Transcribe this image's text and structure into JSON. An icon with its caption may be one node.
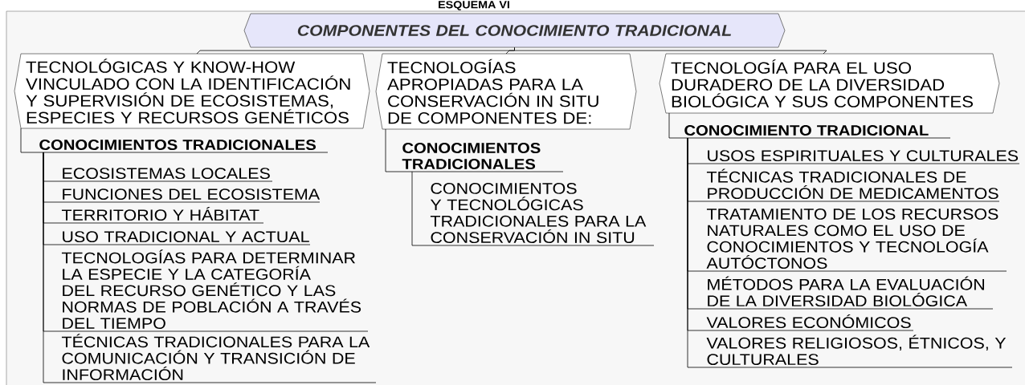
{
  "diagram": {
    "title": "ESQUEMA VI",
    "nodes": [
      {
        "text": [
          "COMPONENTES DEL CONOCIMIENTO TRADICIONAL"
        ]
      },
      {
        "text": [
          "TECNOLÓGICAS Y KNOW-HOW VINCULADO CON LA IDENTIFICACIÓN Y SUPERVISIÓN DE ECOSISTEMAS, ESPECIES Y RECURSOS GENÉTICOS"
        ]
      },
      {
        "text": [
          "CONOCIMIENTOS TRADICIONALES"
        ]
      },
      {
        "text": [
          "ECOSISTEMAS LOCALES"
        ]
      },
      {
        "text": [
          "FUNCIONES DEL ECOSISTEMA"
        ]
      },
      {
        "text": [
          "TERRITORIO Y HÁBITAT"
        ]
      },
      {
        "text": [
          "USO TRADICIONAL Y ACTUAL"
        ]
      },
      {
        "text": [
          "TECNOLOGÍAS PARA DETERMINAR LA ESPECIE Y LA CATEGORÍA DEL RECURSO GENÉTICO Y LAS NORMAS DE POBLACIÓN A TRAVÉS DEL TIEMPO"
        ]
      },
      {
        "text": [
          "TÉCNICAS TRADICIONALES PARA LA COMUNICACIÓN Y TRANSICIÓN DE INFORMACIÓN"
        ]
      },
      {
        "text": [
          "TECNOLOGÍAS APROPIADAS PARA LA CONSERVACIÓN IN SITU DE COMPONENTES DE:"
        ]
      },
      {
        "text": [
          "CONOCIMIENTOS TRADICIONALES"
        ]
      },
      {
        "text": [
          "CONOCIMIENTOS Y TECNOLÓGICAS TRADICIONALES PARA LA CONSERVACIÓN IN SITU"
        ]
      },
      {
        "text": [
          "TECNOLOGÍA PARA EL USO DURADERO DE LA DIVERSIDAD BIOLÓGICA Y SUS COMPONENTES"
        ]
      },
      {
        "text": [
          "CONOCIMIENTO TRADICIONAL"
        ]
      },
      {
        "text": [
          "USOS ESPIRITUALES Y CULTURALES"
        ]
      },
      {
        "text": [
          "TÉCNICAS TRADICIONALES DE PRODUCCIÓN DE MEDICAMENTOS"
        ]
      },
      {
        "text": [
          "TRATAMIENTO DE LOS RECURSOS NATURALES COMO EL USO DE CONOCIMIENTOS Y TECNOLOGÍA AUTÓCTONOS"
        ]
      },
      {
        "text": [
          "MÉTODOS PARA LA EVALUACIÓN DE LA DIVERSIDAD BIOLÓGICA"
        ]
      },
      {
        "text": [
          "VALORES ECONÓMICOS"
        ]
      },
      {
        "text": [
          "VALORES RELIGIOSOS, ÉTNICOS, Y CULTURALES"
        ]
      }
    ],
    "edges": [
      {
        "from": 0,
        "to": 1,
        "arrow": "none"
      },
      {
        "from": 0,
        "to": 9,
        "arrow": "none"
      },
      {
        "from": 0,
        "to": 12,
        "arrow": "none"
      },
      {
        "from": 1,
        "to": 2,
        "arrow": "none"
      },
      {
        "from": 2,
        "to": 3,
        "arrow": "none"
      },
      {
        "from": 2,
        "to": 4,
        "arrow": "none"
      },
      {
        "from": 2,
        "to": 5,
        "arrow": "none"
      },
      {
        "from": 2,
        "to": 6,
        "arrow": "none"
      },
      {
        "from": 2,
        "to": 7,
        "arrow": "none"
      },
      {
        "from": 2,
        "to": 8,
        "arrow": "none"
      },
      {
        "from": 9,
        "to": 10,
        "arrow": "none"
      },
      {
        "from": 10,
        "to": 11,
        "arrow": "none"
      },
      {
        "from": 12,
        "to": 13,
        "arrow": "none"
      },
      {
        "from": 13,
        "to": 14,
        "arrow": "none"
      },
      {
        "from": 13,
        "to": 15,
        "arrow": "none"
      },
      {
        "from": 13,
        "to": 16,
        "arrow": "none"
      },
      {
        "from": 13,
        "to": 17,
        "arrow": "none"
      },
      {
        "from": 13,
        "to": 18,
        "arrow": "none"
      },
      {
        "from": 13,
        "to": 19,
        "arrow": "none"
      }
    ]
  }
}
